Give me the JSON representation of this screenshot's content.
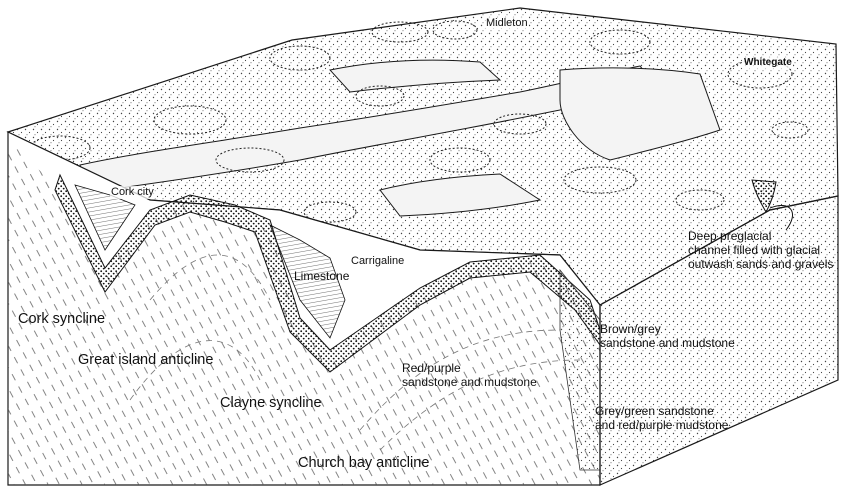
{
  "place_labels": {
    "midleton": "Midleton",
    "whitegate": "Whitegate",
    "carrigaline": "Carrigaline",
    "cork_city": "Cork city"
  },
  "rock_labels": {
    "limestone": "Limestone",
    "brown_grey": "Brown/grey\nsandstone and mudstone",
    "red_purple": "Red/purple\nsandstone and mudstone",
    "grey_green": "Grey/green sandstone\nand red/purple mudstone",
    "channel": "Deep preglacial\nchannel filled with glacial\noutwash sands and gravels"
  },
  "fold_labels": {
    "cork_syncline": "Cork syncline",
    "great_island": "Great island anticline",
    "clayne_syncline": "Clayne syncline",
    "church_bay": "Church bay anticline"
  },
  "style": {
    "ink": "#1a1a1a",
    "paper": "#ffffff",
    "stipple": "#2a2a2a",
    "water": "#f4f4f4"
  }
}
